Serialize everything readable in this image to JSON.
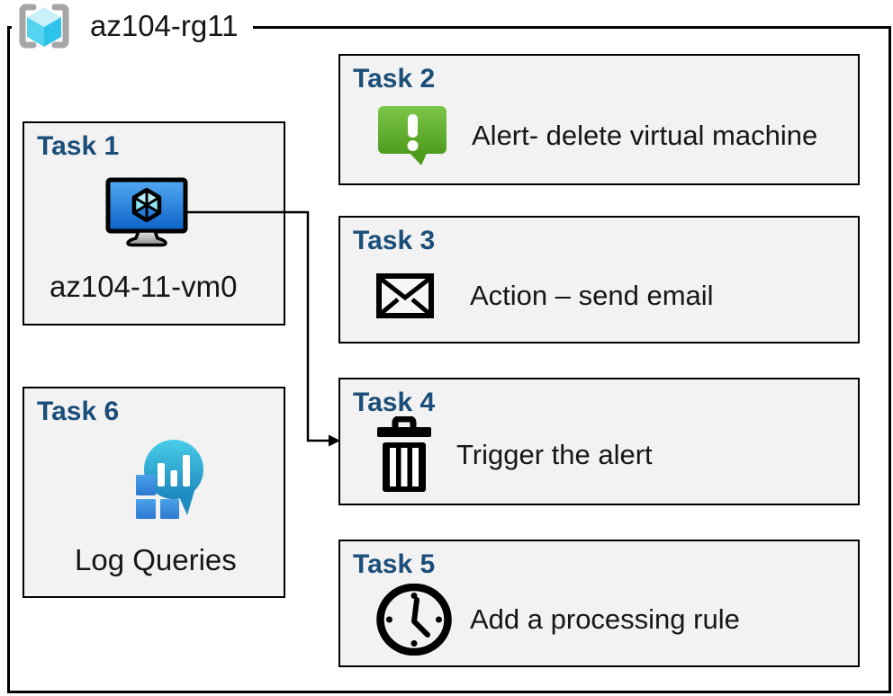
{
  "diagram": {
    "resource_group": {
      "name": "az104-rg11",
      "icon": "resource-group-icon"
    },
    "tasks": [
      {
        "title": "Task 1",
        "label": "az104-11-vm0",
        "icon": "virtual-machine-icon"
      },
      {
        "title": "Task 2",
        "label": "Alert- delete virtual machine",
        "icon": "alert-message-icon"
      },
      {
        "title": "Task 3",
        "label": "Action – send email",
        "icon": "email-envelope-icon"
      },
      {
        "title": "Task 4",
        "label": "Trigger the alert",
        "icon": "trash-bin-icon"
      },
      {
        "title": "Task 5",
        "label": "Add a processing rule",
        "icon": "clock-icon"
      },
      {
        "title": "Task 6",
        "label": "Log Queries",
        "icon": "log-queries-icon"
      }
    ],
    "connector": {
      "from": "Task 1",
      "to": "Task 4"
    },
    "colors": {
      "task_title_blue": "#1B4E79",
      "box_fill": "#F2F2F2",
      "box_border": "#000000",
      "alert_green_light": "#7CC648",
      "alert_green_dark": "#4E9C1E",
      "vm_screen_light": "#55AAF2",
      "vm_screen_dark": "#0A62C8",
      "vm_cube_cyan": "#B8F0FA",
      "log_bubble_light": "#49CCE8",
      "log_bubble_dark": "#1B86BC",
      "log_square_blue": "#2E7FD8",
      "rg_cube_top": "#C9F1FA",
      "rg_cube_left": "#54D4F1",
      "rg_cube_right": "#2EC3E8",
      "bracket_gray": "#A6A6A6"
    }
  }
}
